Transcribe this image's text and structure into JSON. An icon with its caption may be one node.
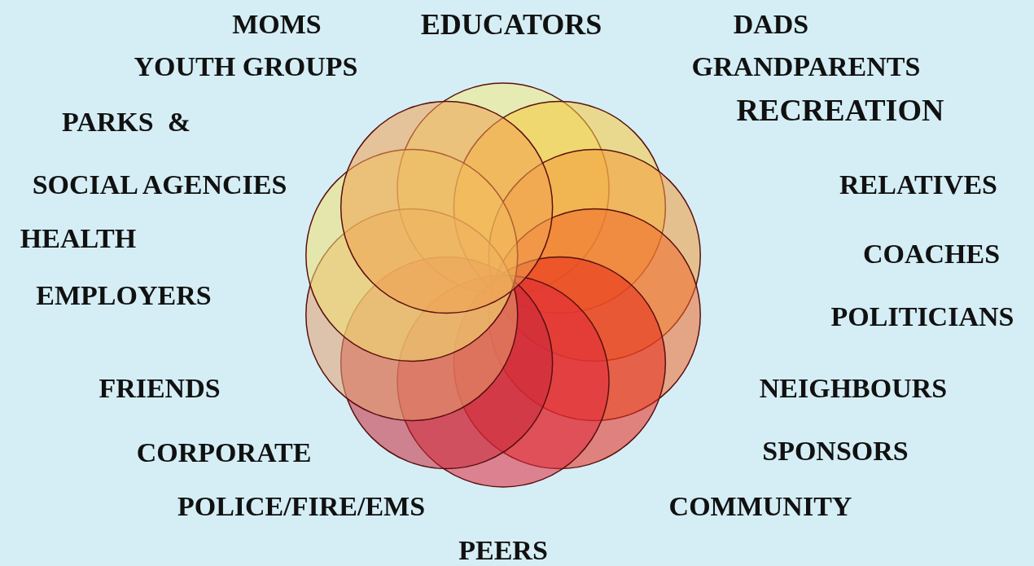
{
  "diagram": {
    "labels": [
      "MOMS",
      "EDUCATORS",
      "DADS",
      "YOUTH GROUPS",
      "GRANDPARENTS",
      "PARKS  &",
      "RECREATION",
      "SOCIAL AGENCIES",
      "RELATIVES",
      "HEALTH",
      "COACHES",
      "EMPLOYERS",
      "POLITICIANS",
      "FRIENDS",
      "NEIGHBOURS",
      "CORPORATE",
      "SPONSORS",
      "POLICE/FIRE/EMS",
      "COMMUNITY",
      "PEERS"
    ]
  }
}
